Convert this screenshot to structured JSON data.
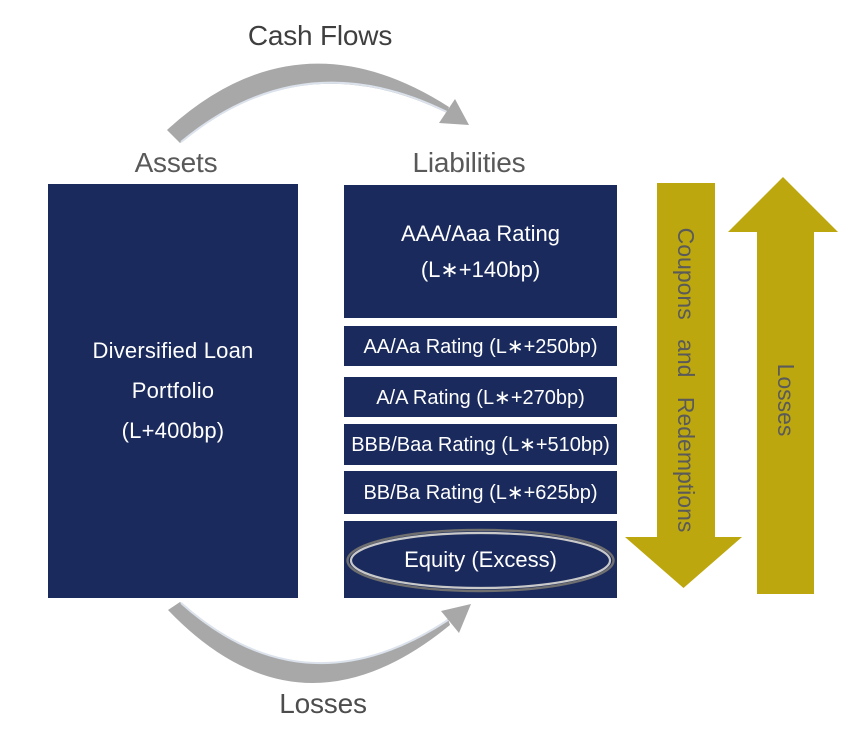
{
  "flows": {
    "top_label": "Cash Flows",
    "bottom_label": "Losses"
  },
  "assets": {
    "label": "Assets",
    "box_lines": [
      "Diversified Loan",
      "Portfolio",
      "(L+400bp)"
    ]
  },
  "liabilities": {
    "label": "Liabilities",
    "senior": {
      "line1": "AAA/Aaa Rating",
      "line2": "(L∗+140bp)"
    },
    "mezzanine": [
      "AA/Aa Rating (L∗+250bp)",
      "A/A Rating (L∗+270bp)",
      "BBB/Baa Rating (L∗+510bp)",
      "BB/Ba Rating (L∗+625bp)"
    ],
    "equity": "Equity (Excess)"
  },
  "side_arrows": {
    "down_label": "Coupons and Redemptions",
    "up_label": "Losses"
  },
  "colors": {
    "navy": "#1a2a5c",
    "gold": "#bda70f",
    "curved_arrow_gray": "#a8a8a8",
    "column_label_gray": "#595959",
    "flow_label_gray": "#3f3f3f",
    "arrow_text_gray": "#5a5a5a",
    "box_text": "#ffffff",
    "equity_ellipse_gray": "#6f6f6f"
  }
}
